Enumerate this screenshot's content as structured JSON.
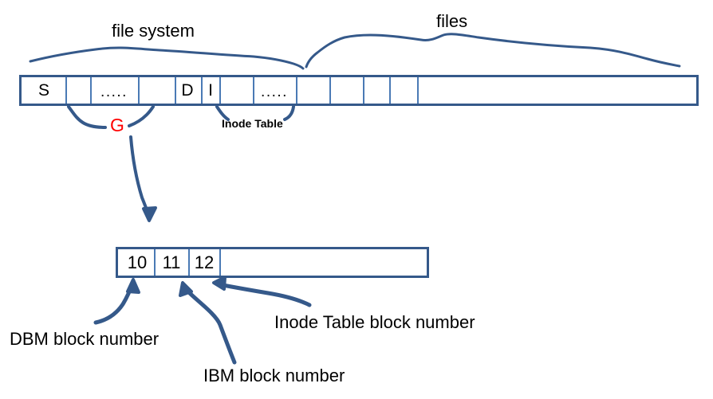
{
  "diagram": {
    "title": "File system layout with group descriptor block numbers",
    "colors": {
      "stroke": "#35598a",
      "divider": "#4a7ab5",
      "accent_red": "#ff0000",
      "text": "#000000",
      "background": "#ffffff"
    },
    "top_labels": {
      "file_system": "file system",
      "files": "files"
    },
    "fs_bar": {
      "cells": [
        {
          "label": "S",
          "kind": "text"
        },
        {
          "label": "",
          "kind": "empty"
        },
        {
          "label": ".....",
          "kind": "dots"
        },
        {
          "label": "",
          "kind": "empty"
        },
        {
          "label": "D",
          "kind": "text"
        },
        {
          "label": "I",
          "kind": "text"
        },
        {
          "label": "",
          "kind": "empty"
        },
        {
          "label": ".....",
          "kind": "dots"
        },
        {
          "label": "",
          "kind": "empty"
        },
        {
          "label": "",
          "kind": "empty"
        },
        {
          "label": "",
          "kind": "empty"
        },
        {
          "label": "",
          "kind": "empty"
        },
        {
          "label": "",
          "kind": "empty"
        }
      ]
    },
    "annotations": {
      "g": "G",
      "inode_table": "Inode Table"
    },
    "block_box": {
      "values": [
        "10",
        "11",
        "12",
        ""
      ]
    },
    "bottom_labels": {
      "dbm": "DBM block number",
      "ibm": "IBM block number",
      "inode_table_block": "Inode Table block number"
    }
  }
}
